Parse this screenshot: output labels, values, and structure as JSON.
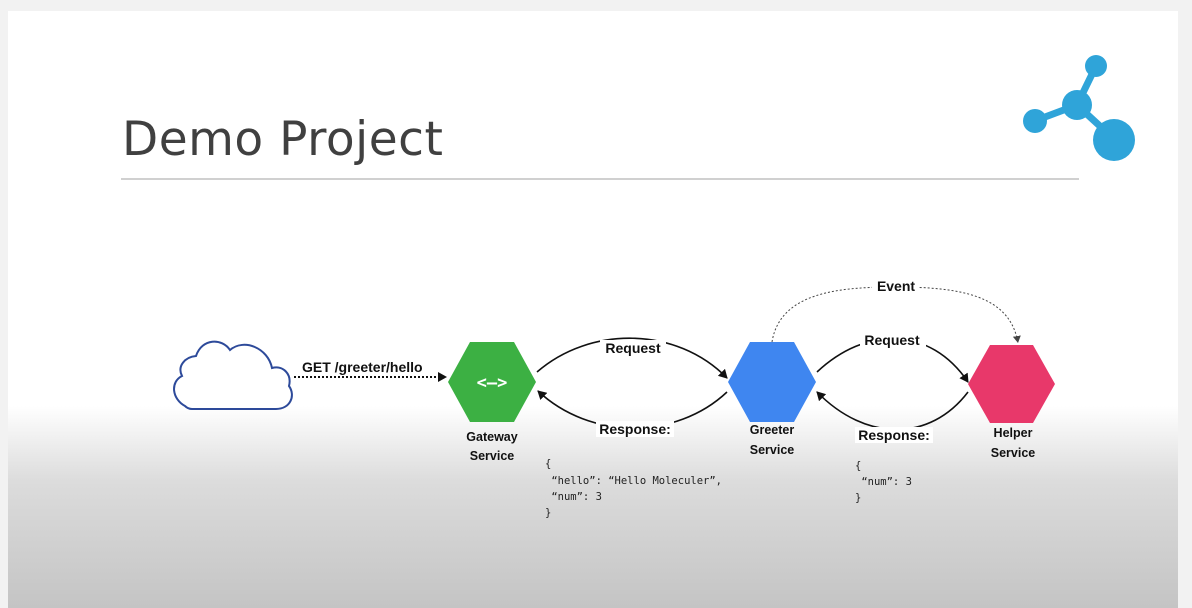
{
  "slide": {
    "title": "Demo Project"
  },
  "diagram": {
    "client_request": "GET /greeter/hello",
    "gateway": {
      "line1": "Gateway",
      "line2": "Service",
      "glyph": "<—>",
      "color": "#3cb043"
    },
    "greeter": {
      "line1": "Greeter",
      "line2": "Service",
      "color": "#3f86f0"
    },
    "helper": {
      "line1": "Helper",
      "line2": "Service",
      "color": "#e8386a"
    },
    "event_label": "Event",
    "left_request": "Request",
    "left_response": "Response:",
    "right_request": "Request",
    "right_response": "Response:",
    "left_payload": [
      "{",
      " “hello”: “Hello Moleculer”,",
      " “num”: 3",
      "}"
    ],
    "right_payload": [
      "{",
      " “num”: 3",
      "}"
    ]
  },
  "logo": {
    "color": "#2fa4d9",
    "icon": "molecule-icon"
  }
}
